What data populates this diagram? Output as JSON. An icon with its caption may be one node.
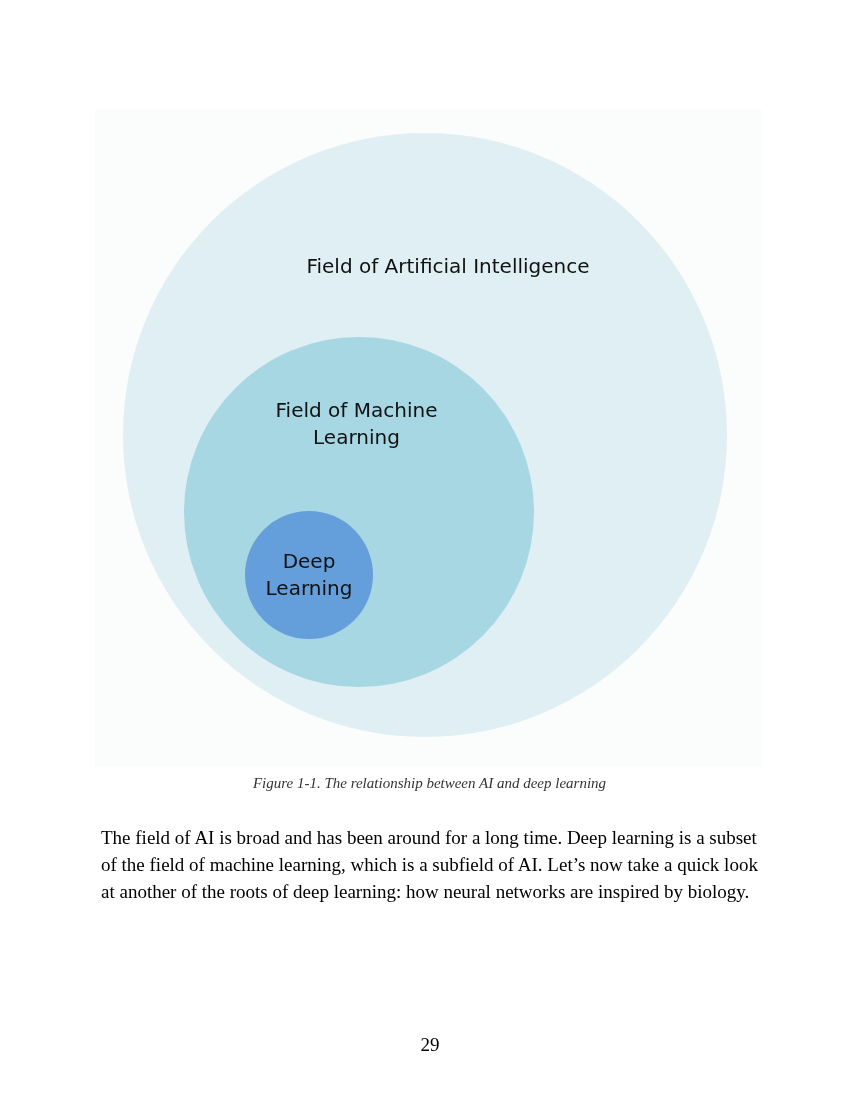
{
  "diagram": {
    "caption": "Figure 1-1. The relationship between AI and deep learning",
    "nodes": [
      {
        "text": [
          "Field of Artificial Intelligence"
        ]
      },
      {
        "text": [
          "Field of Machine Learning"
        ],
        "in": 0
      },
      {
        "text": [
          "Deep Learning"
        ],
        "in": 1
      }
    ],
    "edges": [],
    "labels": [
      "The field of AI is broad and has been around for a long time. Deep learning is a subset of the field of machine learning, which is a subfield of AI. Let’s now take a quick look at another of the roots of deep learning: how neural networks are inspired by biology.",
      "29"
    ]
  }
}
